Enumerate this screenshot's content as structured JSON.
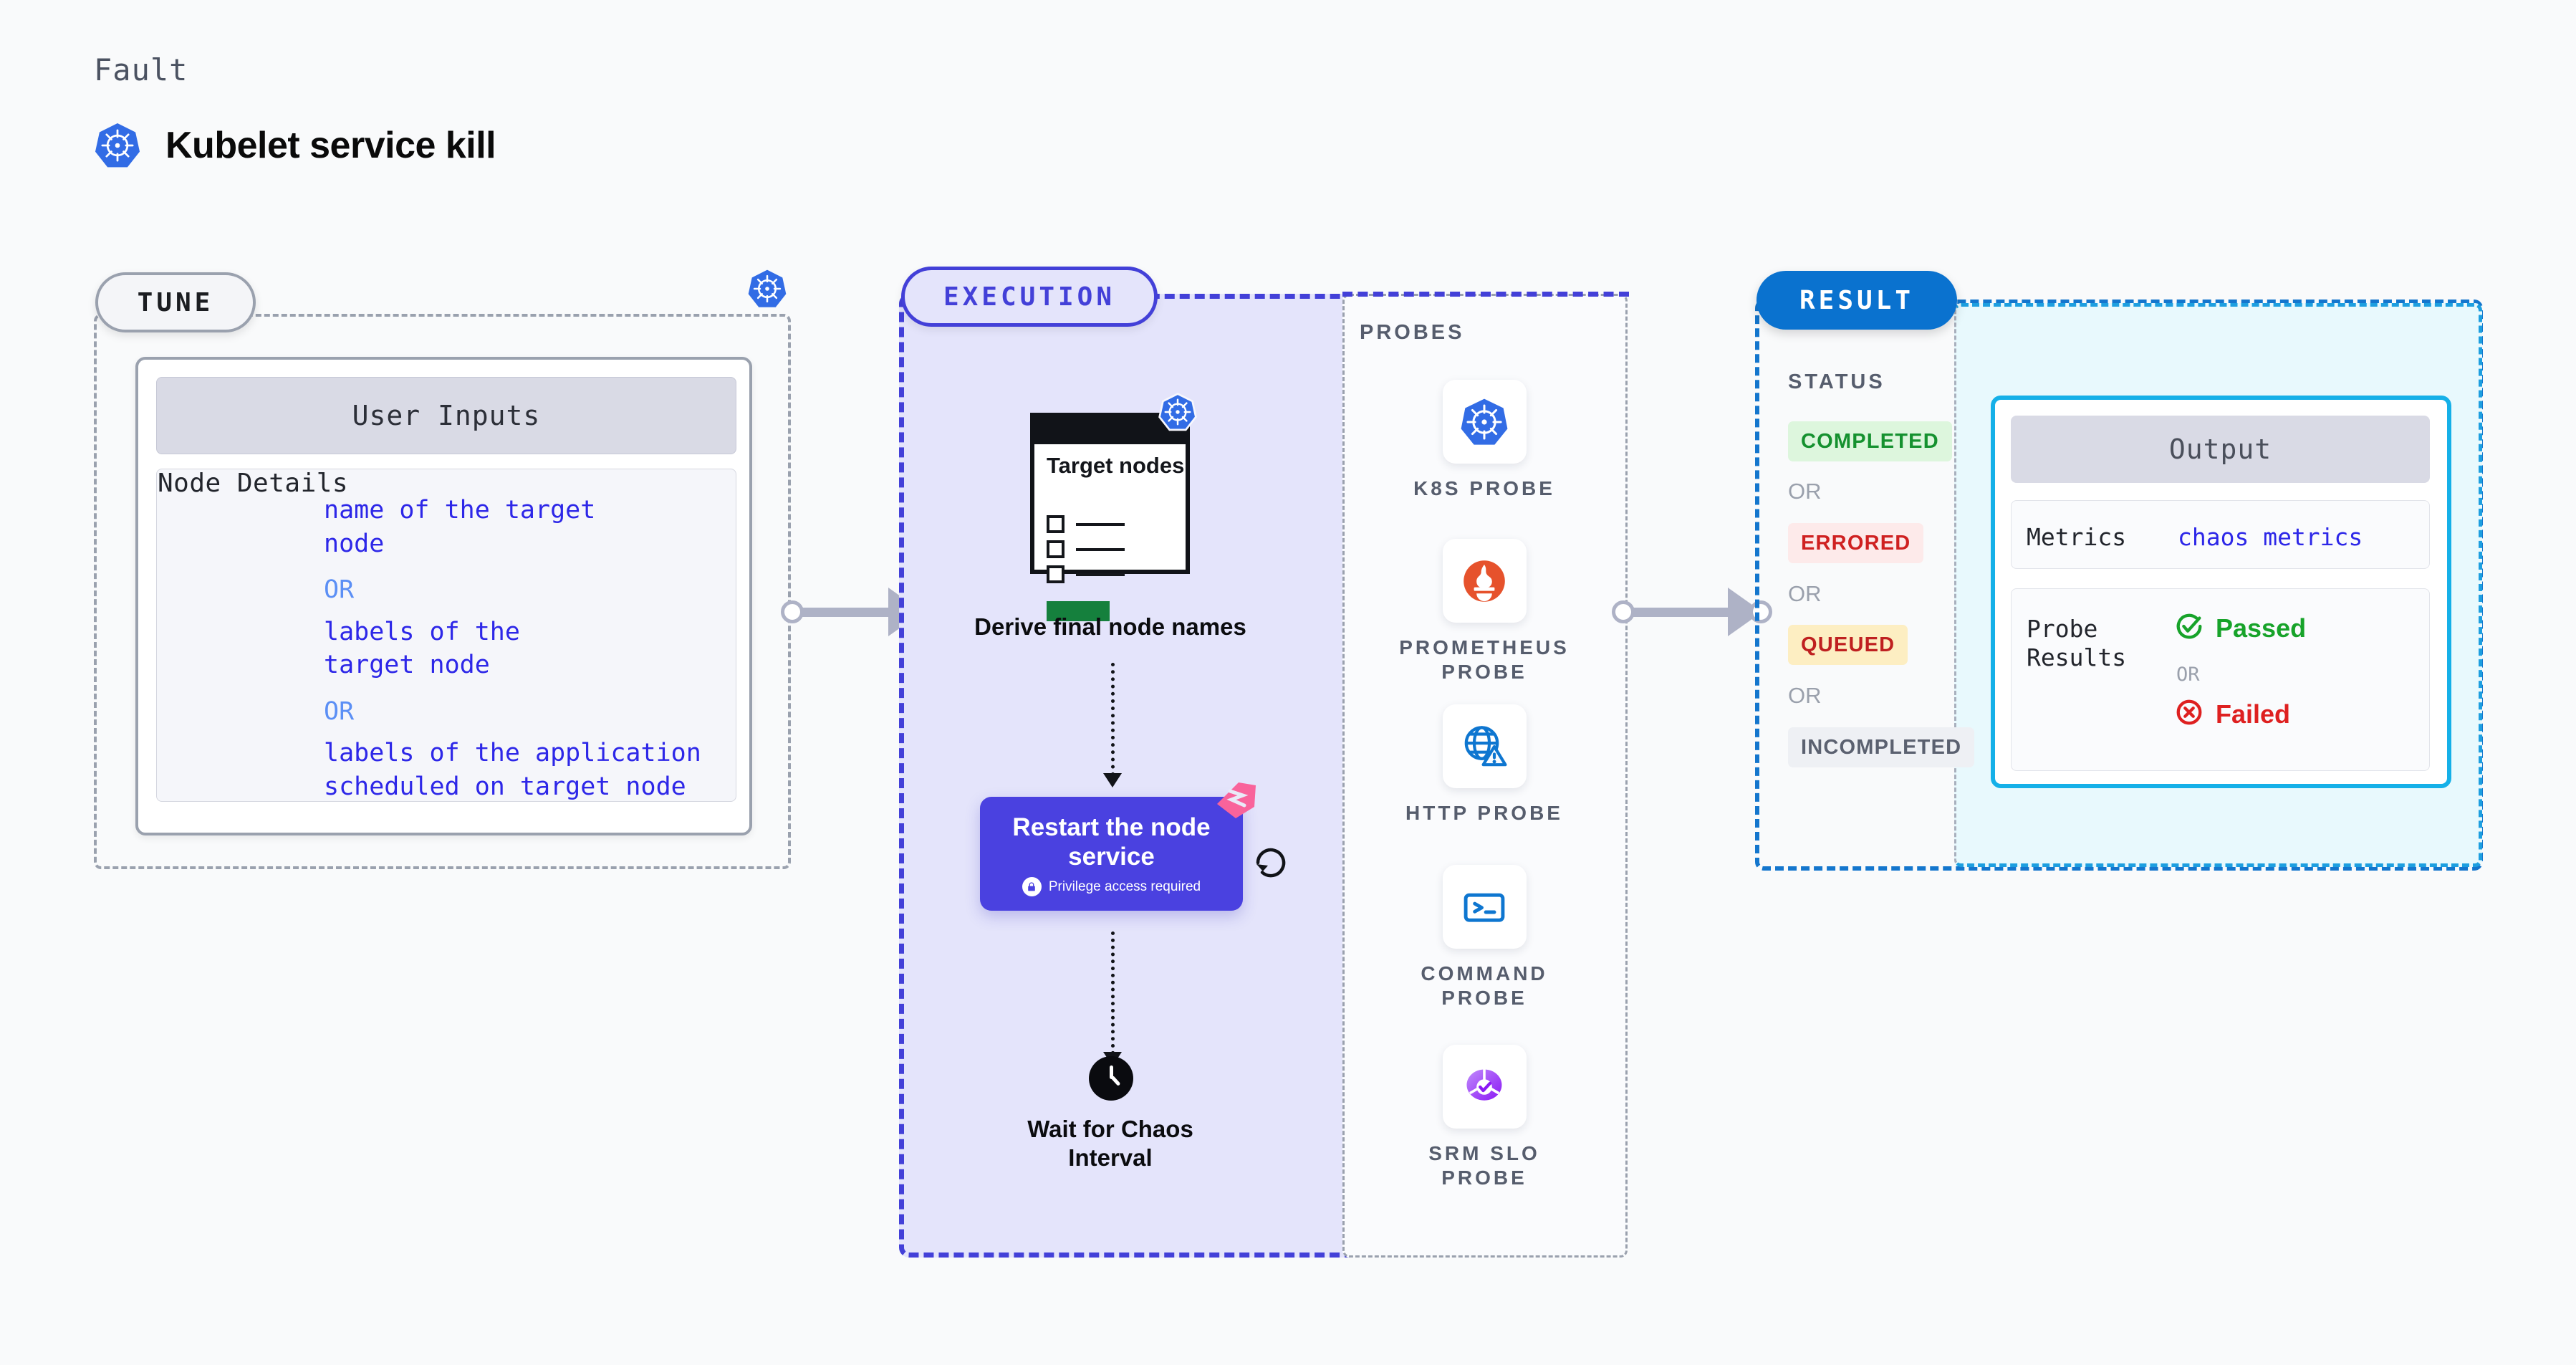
{
  "header": {
    "eyebrow": "Fault",
    "title": "Kubelet service kill",
    "icon": "kubernetes-icon"
  },
  "stages": {
    "tune": {
      "badge": "TUNE",
      "corner_icon": "kubernetes-icon",
      "user_inputs": {
        "header": "User Inputs",
        "rows": [
          {
            "label": "Node Details",
            "values": [
              "name of the target",
              "node"
            ],
            "or_1": "OR",
            "values_2": [
              "labels of the",
              "target node"
            ],
            "or_2": "OR",
            "values_3": [
              "labels of the application",
              " scheduled on target node"
            ]
          }
        ]
      }
    },
    "execution": {
      "badge": "EXECUTION",
      "steps": [
        {
          "id": "derive-node-names",
          "card_title": "Target nodes",
          "card_icon": "kubernetes-icon",
          "caption": "Derive final node names"
        },
        {
          "id": "restart-node-service",
          "title": "Restart the node service",
          "privilege_note": "Privilege access required",
          "privilege_icon": "lock-icon",
          "fault_marker_icon": "chaos-ribbon-icon",
          "loop_icon": "refresh-icon"
        },
        {
          "id": "wait-chaos-interval",
          "icon": "clock-icon",
          "caption": "Wait for Chaos Interval"
        }
      ]
    },
    "probes": {
      "title": "PROBES",
      "items": [
        {
          "label": "K8S PROBE",
          "icon": "kubernetes-icon"
        },
        {
          "label": "PROMETHEUS PROBE",
          "icon": "prometheus-icon"
        },
        {
          "label": "HTTP PROBE",
          "icon": "globe-warning-icon"
        },
        {
          "label": "COMMAND PROBE",
          "icon": "terminal-icon"
        },
        {
          "label": "SRM SLO PROBE",
          "icon": "srm-slo-icon"
        }
      ]
    },
    "result": {
      "badge": "RESULT",
      "status_title": "STATUS",
      "statuses": [
        {
          "label": "COMPLETED",
          "bg": "#ddf6dd",
          "fg": "#15912f"
        },
        {
          "label": "ERRORED",
          "bg": "#fdeaea",
          "fg": "#cf2121"
        },
        {
          "label": "QUEUED",
          "bg": "#fdeec2",
          "fg": "#bf2020"
        },
        {
          "label": "INCOMPLETED",
          "bg": "#eef0f4",
          "fg": "#5b6170"
        }
      ],
      "separator": "OR",
      "output": {
        "header": "Output",
        "metrics_label": "Metrics",
        "metrics_value": "chaos metrics",
        "probe_results_label": "Probe Results",
        "passed_label": "Passed",
        "passed_icon": "check-circle-icon",
        "failed_label": "Failed",
        "failed_icon": "x-circle-icon",
        "separator": "OR"
      }
    }
  },
  "colors": {
    "kubernetes_blue": "#326ce5",
    "execution_purple": "#4340d8",
    "result_blue": "#0a72cf",
    "output_cyan": "#15b0e8",
    "fault_pink": "#f9639b",
    "success_green": "#17a32a",
    "error_red": "#de2020"
  }
}
